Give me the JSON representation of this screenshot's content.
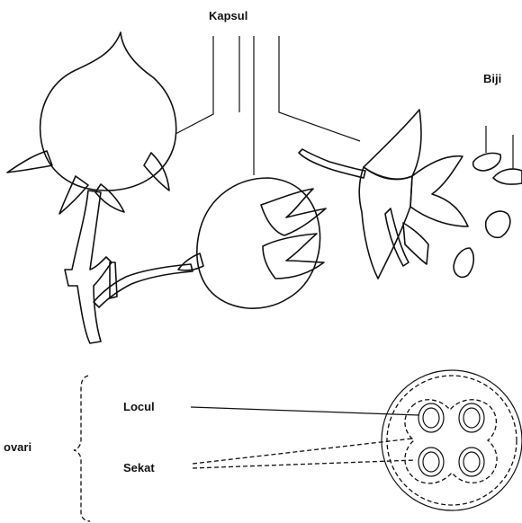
{
  "labels": {
    "kapsul": "Kapsul",
    "biji": "Biji",
    "locul": "Locul",
    "ovari": "ovari",
    "sekat": "Sekat"
  }
}
